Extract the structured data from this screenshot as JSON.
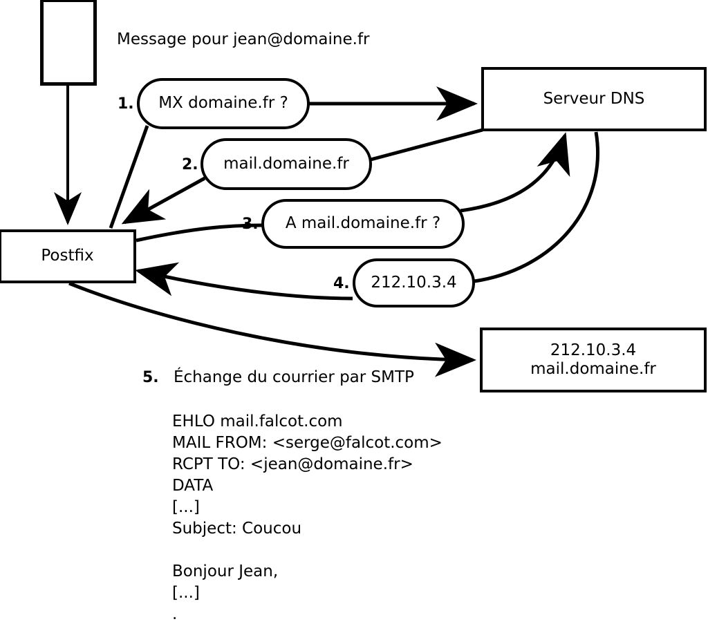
{
  "diagram": {
    "title_text": "Message pour jean@domaine.fr",
    "step5_label": "Échange du courrier par SMTP",
    "ink_color": "#000000",
    "background_color": "#ffffff"
  },
  "nodes": {
    "mailbox": {
      "label": ""
    },
    "postfix": {
      "label": "Postfix"
    },
    "dns_server": {
      "label": "Serveur DNS"
    },
    "mail_server": {
      "label": "212.10.3.4\nmail.domaine.fr"
    }
  },
  "steps": [
    {
      "number": "1.",
      "label": "MX domaine.fr ?"
    },
    {
      "number": "2.",
      "label": "mail.domaine.fr"
    },
    {
      "number": "3.",
      "label": "A mail.domaine.fr ?"
    },
    {
      "number": "4.",
      "label": "212.10.3.4"
    },
    {
      "number": "5.",
      "label": "Échange du courrier par SMTP"
    }
  ],
  "smtp_transcript": "EHLO mail.falcot.com\nMAIL FROM: <serge@falcot.com>\nRCPT TO: <jean@domaine.fr>\nDATA\n[...]\nSubject: Coucou\n\nBonjour Jean,\n[...]\n."
}
